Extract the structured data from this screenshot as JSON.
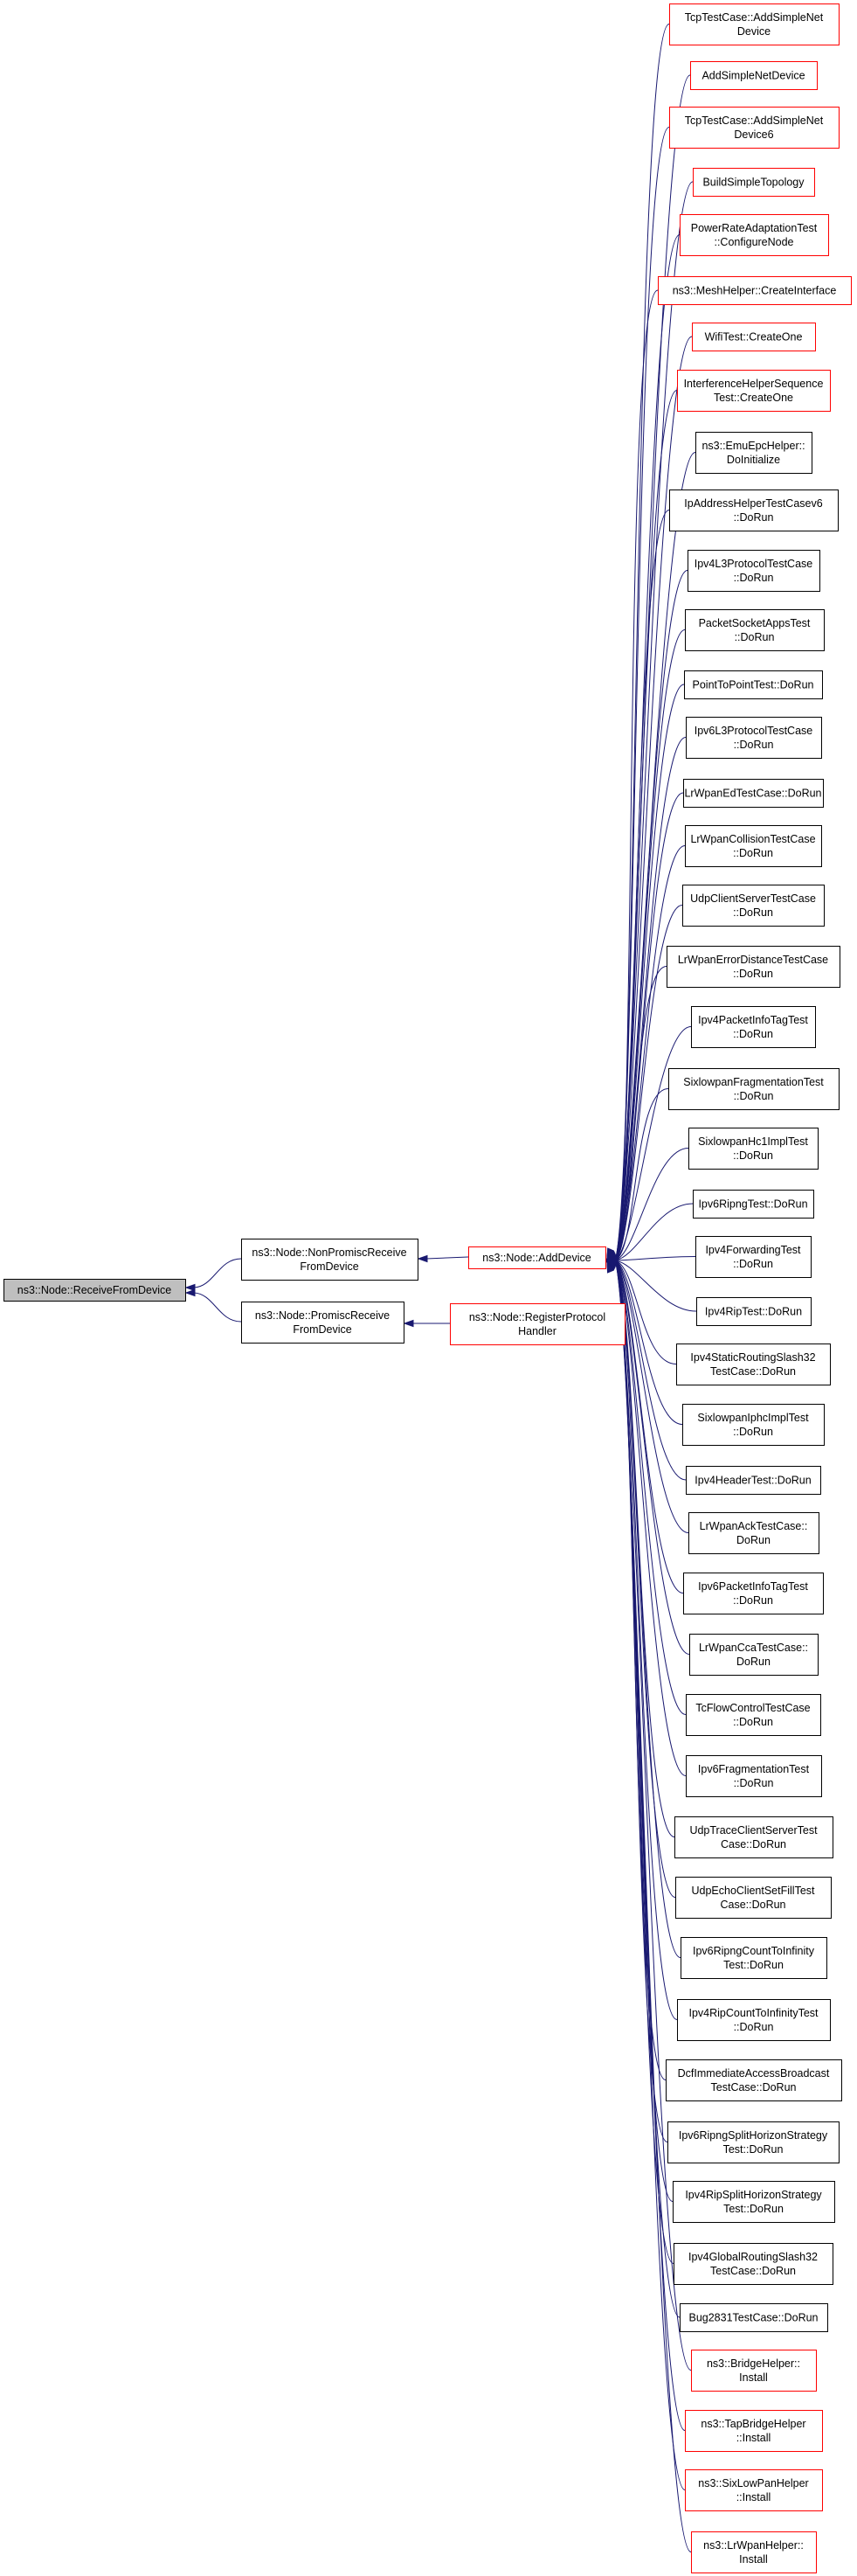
{
  "colors": {
    "edge": "#191970",
    "border_default": "#000000",
    "border_highlight": "#ff0000",
    "fill_root": "#bfbfbf",
    "fill_default": "#ffffff"
  },
  "root": {
    "id": "receive-from-device",
    "lines": [
      "ns3::Node::ReceiveFromDevice"
    ],
    "style": "root"
  },
  "middle": [
    {
      "id": "non-promisc-receive-from-device",
      "lines": [
        "ns3::Node::NonPromiscReceive",
        "FromDevice"
      ],
      "style": "black"
    },
    {
      "id": "promisc-receive-from-device",
      "lines": [
        "ns3::Node::PromiscReceive",
        "FromDevice"
      ],
      "style": "black"
    }
  ],
  "hubs": [
    {
      "id": "add-device",
      "lines": [
        "ns3::Node::AddDevice"
      ],
      "style": "red"
    },
    {
      "id": "register-protocol-handler",
      "lines": [
        "ns3::Node::RegisterProtocol",
        "Handler"
      ],
      "style": "red"
    }
  ],
  "callers": [
    {
      "lines": [
        "TcpTestCase::AddSimpleNet",
        "Device"
      ],
      "style": "red"
    },
    {
      "lines": [
        "AddSimpleNetDevice"
      ],
      "style": "red"
    },
    {
      "lines": [
        "TcpTestCase::AddSimpleNet",
        "Device6"
      ],
      "style": "red"
    },
    {
      "lines": [
        "BuildSimpleTopology"
      ],
      "style": "red"
    },
    {
      "lines": [
        "PowerRateAdaptationTest",
        "::ConfigureNode"
      ],
      "style": "red"
    },
    {
      "lines": [
        "ns3::MeshHelper::CreateInterface"
      ],
      "style": "red"
    },
    {
      "lines": [
        "WifiTest::CreateOne"
      ],
      "style": "red"
    },
    {
      "lines": [
        "InterferenceHelperSequence",
        "Test::CreateOne"
      ],
      "style": "red"
    },
    {
      "lines": [
        "ns3::EmuEpcHelper::",
        "DoInitialize"
      ],
      "style": "black"
    },
    {
      "lines": [
        "IpAddressHelperTestCasev6",
        "::DoRun"
      ],
      "style": "black"
    },
    {
      "lines": [
        "Ipv4L3ProtocolTestCase",
        "::DoRun"
      ],
      "style": "black"
    },
    {
      "lines": [
        "PacketSocketAppsTest",
        "::DoRun"
      ],
      "style": "black"
    },
    {
      "lines": [
        "PointToPointTest::DoRun"
      ],
      "style": "black"
    },
    {
      "lines": [
        "Ipv6L3ProtocolTestCase",
        "::DoRun"
      ],
      "style": "black"
    },
    {
      "lines": [
        "LrWpanEdTestCase::DoRun"
      ],
      "style": "black"
    },
    {
      "lines": [
        "LrWpanCollisionTestCase",
        "::DoRun"
      ],
      "style": "black"
    },
    {
      "lines": [
        "UdpClientServerTestCase",
        "::DoRun"
      ],
      "style": "black"
    },
    {
      "lines": [
        "LrWpanErrorDistanceTestCase",
        "::DoRun"
      ],
      "style": "black"
    },
    {
      "lines": [
        "Ipv4PacketInfoTagTest",
        "::DoRun"
      ],
      "style": "black"
    },
    {
      "lines": [
        "SixlowpanFragmentationTest",
        "::DoRun"
      ],
      "style": "black"
    },
    {
      "lines": [
        "SixlowpanHc1ImplTest",
        "::DoRun"
      ],
      "style": "black"
    },
    {
      "lines": [
        "Ipv6RipngTest::DoRun"
      ],
      "style": "black"
    },
    {
      "lines": [
        "Ipv4ForwardingTest",
        "::DoRun"
      ],
      "style": "black"
    },
    {
      "lines": [
        "Ipv4RipTest::DoRun"
      ],
      "style": "black"
    },
    {
      "lines": [
        "Ipv4StaticRoutingSlash32",
        "TestCase::DoRun"
      ],
      "style": "black"
    },
    {
      "lines": [
        "SixlowpanIphcImplTest",
        "::DoRun"
      ],
      "style": "black"
    },
    {
      "lines": [
        "Ipv4HeaderTest::DoRun"
      ],
      "style": "black"
    },
    {
      "lines": [
        "LrWpanAckTestCase::",
        "DoRun"
      ],
      "style": "black"
    },
    {
      "lines": [
        "Ipv6PacketInfoTagTest",
        "::DoRun"
      ],
      "style": "black"
    },
    {
      "lines": [
        "LrWpanCcaTestCase::",
        "DoRun"
      ],
      "style": "black"
    },
    {
      "lines": [
        "TcFlowControlTestCase",
        "::DoRun"
      ],
      "style": "black"
    },
    {
      "lines": [
        "Ipv6FragmentationTest",
        "::DoRun"
      ],
      "style": "black"
    },
    {
      "lines": [
        "UdpTraceClientServerTest",
        "Case::DoRun"
      ],
      "style": "black"
    },
    {
      "lines": [
        "UdpEchoClientSetFillTest",
        "Case::DoRun"
      ],
      "style": "black"
    },
    {
      "lines": [
        "Ipv6RipngCountToInfinity",
        "Test::DoRun"
      ],
      "style": "black"
    },
    {
      "lines": [
        "Ipv4RipCountToInfinityTest",
        "::DoRun"
      ],
      "style": "black"
    },
    {
      "lines": [
        "DcfImmediateAccessBroadcast",
        "TestCase::DoRun"
      ],
      "style": "black"
    },
    {
      "lines": [
        "Ipv6RipngSplitHorizonStrategy",
        "Test::DoRun"
      ],
      "style": "black"
    },
    {
      "lines": [
        "Ipv4RipSplitHorizonStrategy",
        "Test::DoRun"
      ],
      "style": "black"
    },
    {
      "lines": [
        "Ipv4GlobalRoutingSlash32",
        "TestCase::DoRun"
      ],
      "style": "black"
    },
    {
      "lines": [
        "Bug2831TestCase::DoRun"
      ],
      "style": "black"
    },
    {
      "lines": [
        "ns3::BridgeHelper::",
        "Install"
      ],
      "style": "red"
    },
    {
      "lines": [
        "ns3::TapBridgeHelper",
        "::Install"
      ],
      "style": "red"
    },
    {
      "lines": [
        "ns3::SixLowPanHelper",
        "::Install"
      ],
      "style": "red"
    },
    {
      "lines": [
        "ns3::LrWpanHelper::",
        "Install"
      ],
      "style": "red"
    }
  ]
}
